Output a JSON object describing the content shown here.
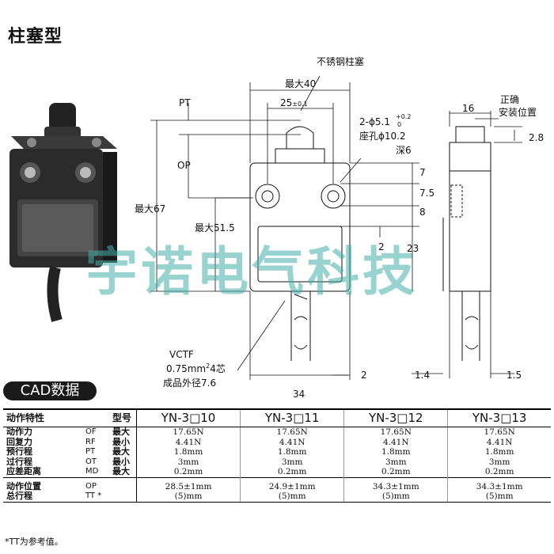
{
  "title": "柱塞型",
  "drawing_labels": {
    "plunger": "不锈钢柱塞",
    "max40": "最大40",
    "dim25": "25",
    "dim25_tol": "±0.1",
    "pt": "PT",
    "op": "OP",
    "max67": "最大67",
    "max51_5": "最大51.5",
    "hole_line1": "2-ϕ5.1",
    "hole_tol_top": "+0.2",
    "hole_tol_bot": "0",
    "hole_line2": "座孔ϕ10.2",
    "hole_line3": "深6",
    "d7": "7",
    "d7_5": "7.5",
    "d8": "8",
    "d2a": "2",
    "d23": "23",
    "d16": "16",
    "correct_pos_1": "正确",
    "correct_pos_2": "安装位置",
    "d2_8": "2.8",
    "cable_1": "VCTF",
    "cable_2a": "0.75mm",
    "cable_2sup": "2",
    "cable_2b": "4芯",
    "cable_3": "成品外径7.6",
    "d2b": "2",
    "d34": "34",
    "d1_4": "1.4",
    "d1_5": "1.5"
  },
  "watermark": "宇诺电气科技",
  "cad_label": "CAD数据",
  "table": {
    "header_property": "动作特性",
    "header_model": "型号",
    "columns": [
      "YN-3□10",
      "YN-3□11",
      "YN-3□12",
      "YN-3□13"
    ],
    "rows": [
      {
        "name": "动作力",
        "code": "OF",
        "qual": "最大",
        "values": [
          "17.65N",
          "17.65N",
          "17.65N",
          "17.65N"
        ]
      },
      {
        "name": "回复力",
        "code": "RF",
        "qual": "最小",
        "values": [
          "4.41N",
          "4.41N",
          "4.41N",
          "4.41N"
        ]
      },
      {
        "name": "预行程",
        "code": "PT",
        "qual": "最大",
        "values": [
          "1.8mm",
          "1.8mm",
          "1.8mm",
          "1.8mm"
        ]
      },
      {
        "name": "过行程",
        "code": "OT",
        "qual": "最小",
        "values": [
          "3mm",
          "3mm",
          "3mm",
          "3mm"
        ]
      },
      {
        "name": "应差距离",
        "code": "MD",
        "qual": "最大",
        "values": [
          "0.2mm",
          "0.2mm",
          "0.2mm",
          "0.2mm"
        ]
      }
    ],
    "rows2": [
      {
        "name": "动作位置",
        "code": "OP",
        "qual": "",
        "values": [
          "28.5±1mm",
          "24.9±1mm",
          "34.3±1mm",
          "34.3±1mm"
        ]
      },
      {
        "name": "总行程",
        "code": "TT *",
        "qual": "",
        "values": [
          "(5)mm",
          "(5)mm",
          "(5)mm",
          "(5)mm"
        ]
      }
    ]
  },
  "footnote": "*TT为参考值。"
}
